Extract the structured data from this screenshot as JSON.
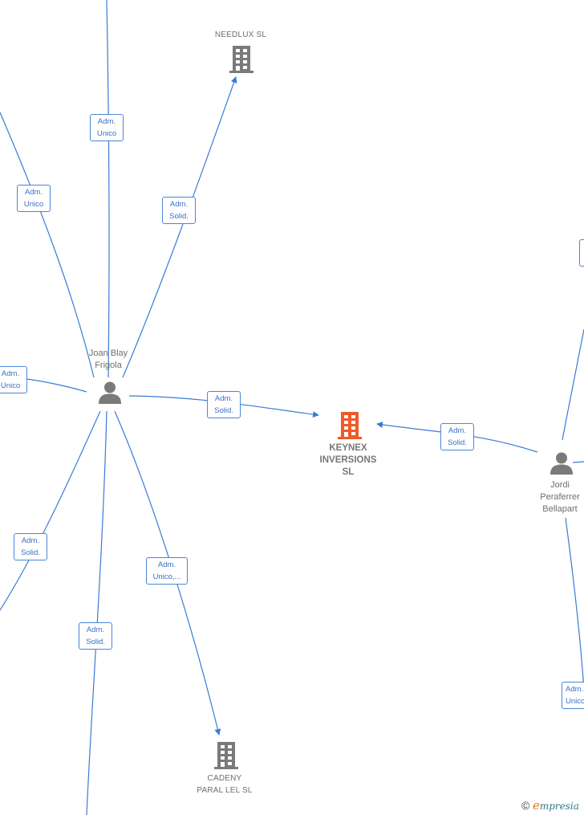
{
  "diagram": {
    "center_node": {
      "label": "KEYNEX INVERSIONS SL",
      "lines": [
        "KEYNEX",
        "INVERSIONS",
        "SL"
      ],
      "type": "company",
      "color": "#f05a28"
    },
    "nodes": [
      {
        "id": "needlux",
        "label": "NEEDLUX  SL",
        "type": "company",
        "color": "#7a7a7a"
      },
      {
        "id": "cadeny",
        "label": "CADENY PARAL LEL SL",
        "lines": [
          "CADENY",
          "PARAL LEL  SL"
        ],
        "type": "company",
        "color": "#7a7a7a"
      },
      {
        "id": "joan",
        "label": "Joan Blay Frigola",
        "lines": [
          "Joan Blay",
          "Frigola"
        ],
        "type": "person",
        "color": "#7a7a7a"
      },
      {
        "id": "jordi",
        "label": "Jordi Peraferrer Bellapart",
        "lines": [
          "Jordi",
          "Peraferrer",
          "Bellapart"
        ],
        "type": "person",
        "color": "#7a7a7a"
      }
    ],
    "edge_labels": [
      {
        "id": "e_top",
        "lines": [
          "Adm.",
          "Unico"
        ]
      },
      {
        "id": "e_upperleft",
        "lines": [
          "Adm.",
          "Unico"
        ]
      },
      {
        "id": "e_needlux",
        "lines": [
          "Adm.",
          "Solid."
        ]
      },
      {
        "id": "e_left",
        "lines": [
          "Adm.",
          "Unico"
        ]
      },
      {
        "id": "e_joan_keynex",
        "lines": [
          "Adm.",
          "Solid."
        ]
      },
      {
        "id": "e_jordi_keynex",
        "lines": [
          "Adm.",
          "Solid."
        ]
      },
      {
        "id": "e_lowerleft",
        "lines": [
          "Adm.",
          "Solid."
        ]
      },
      {
        "id": "e_bottom",
        "lines": [
          "Adm.",
          "Solid."
        ]
      },
      {
        "id": "e_cadeny",
        "lines": [
          "Adm.",
          "Unico,..."
        ]
      },
      {
        "id": "e_right_bottom",
        "lines": [
          "Adm.",
          "Unico"
        ]
      }
    ],
    "edge_color": "#3a7bd5"
  },
  "footer": {
    "copyright_symbol": "©",
    "brand_first": "e",
    "brand_rest": "mpresia"
  }
}
